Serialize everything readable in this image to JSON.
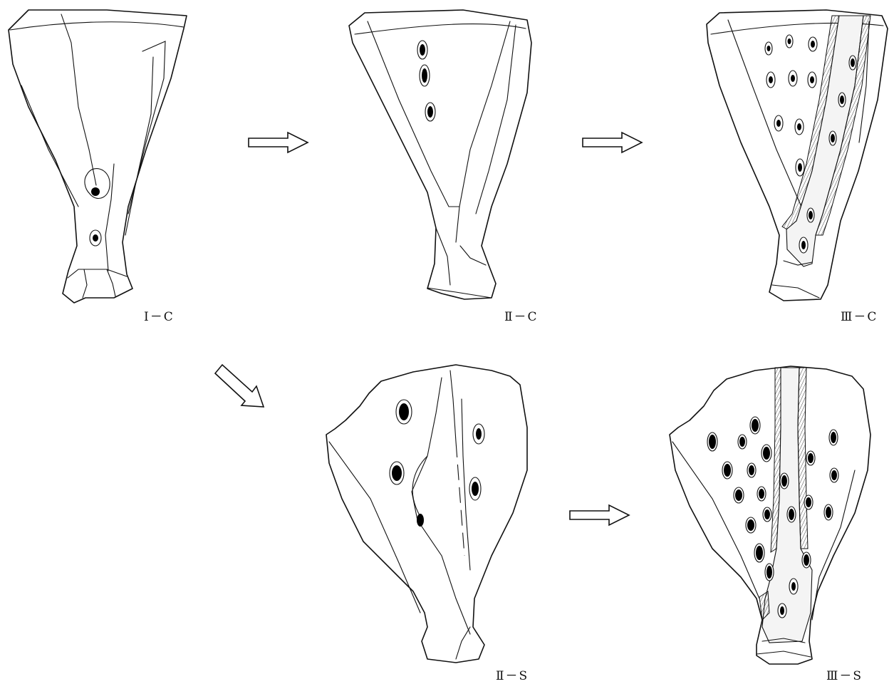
{
  "labels": {
    "stage_1_cross": "Ⅰ－C",
    "stage_2_cross": "Ⅱ－C",
    "stage_3_cross": "Ⅲ－C",
    "stage_2_side": "Ⅱ－S",
    "stage_3_side": "Ⅲ－S"
  }
}
